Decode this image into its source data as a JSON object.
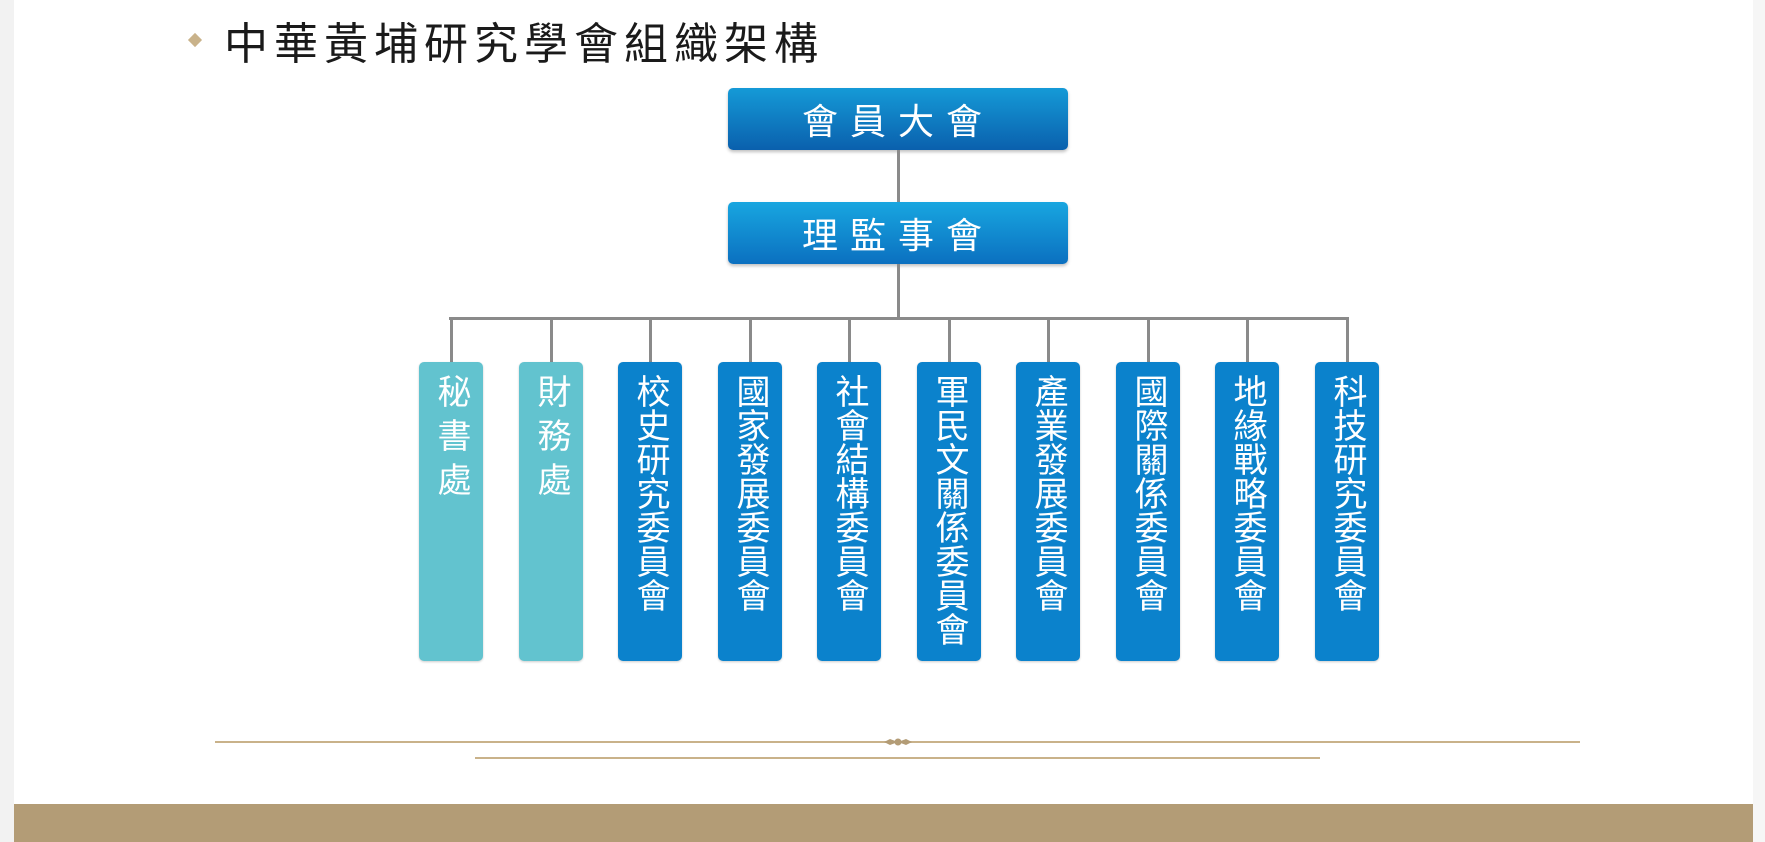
{
  "title": "中華黃埔研究學會組織架構",
  "colors": {
    "accent_gold": "#b39c76",
    "accent_gold_light": "#c9b28a",
    "primary_blue": "#0b82cc",
    "secondary_teal": "#62c3cf",
    "connector_gray": "#8a8a8a"
  },
  "nodes": {
    "assembly": "會員大會",
    "board": "理監事會"
  },
  "departments": [
    {
      "label": "秘書處",
      "kind": "office"
    },
    {
      "label": "財務處",
      "kind": "office"
    },
    {
      "label": "校史研究委員會",
      "kind": "committee"
    },
    {
      "label": "國家發展委員會",
      "kind": "committee"
    },
    {
      "label": "社會結構委員會",
      "kind": "committee"
    },
    {
      "label": "軍民文關係委員會",
      "kind": "committee"
    },
    {
      "label": "產業發展委員會",
      "kind": "committee"
    },
    {
      "label": "國際關係委員會",
      "kind": "committee"
    },
    {
      "label": "地緣戰略委員會",
      "kind": "committee"
    },
    {
      "label": "科技研究委員會",
      "kind": "committee"
    }
  ]
}
